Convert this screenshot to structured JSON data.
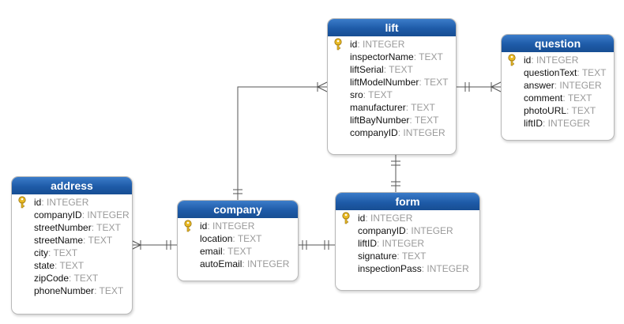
{
  "entities": {
    "lift": {
      "title": "lift",
      "fields": [
        {
          "name": "id",
          "type": "INTEGER",
          "pk": true
        },
        {
          "name": "inspectorName",
          "type": "TEXT"
        },
        {
          "name": "liftSerial",
          "type": "TEXT"
        },
        {
          "name": "liftModelNumber",
          "type": "TEXT"
        },
        {
          "name": "sro",
          "type": "TEXT"
        },
        {
          "name": "manufacturer",
          "type": "TEXT"
        },
        {
          "name": "liftBayNumber",
          "type": "TEXT"
        },
        {
          "name": "companyID",
          "type": "INTEGER"
        }
      ]
    },
    "question": {
      "title": "question",
      "fields": [
        {
          "name": "id",
          "type": "INTEGER",
          "pk": true
        },
        {
          "name": "questionText",
          "type": "TEXT"
        },
        {
          "name": "answer",
          "type": "INTEGER"
        },
        {
          "name": "comment",
          "type": "TEXT"
        },
        {
          "name": "photoURL",
          "type": "TEXT"
        },
        {
          "name": "liftID",
          "type": "INTEGER"
        }
      ]
    },
    "address": {
      "title": "address",
      "fields": [
        {
          "name": "id",
          "type": "INTEGER",
          "pk": true
        },
        {
          "name": "companyID",
          "type": "INTEGER"
        },
        {
          "name": "streetNumber",
          "type": "TEXT"
        },
        {
          "name": "streetName",
          "type": "TEXT"
        },
        {
          "name": "city",
          "type": "TEXT"
        },
        {
          "name": "state",
          "type": "TEXT"
        },
        {
          "name": "zipCode",
          "type": "TEXT"
        },
        {
          "name": "phoneNumber",
          "type": "TEXT"
        }
      ]
    },
    "company": {
      "title": "company",
      "fields": [
        {
          "name": "id",
          "type": "INTEGER",
          "pk": true
        },
        {
          "name": "location",
          "type": "TEXT"
        },
        {
          "name": "email",
          "type": "TEXT"
        },
        {
          "name": "autoEmail",
          "type": "INTEGER"
        }
      ]
    },
    "form": {
      "title": "form",
      "fields": [
        {
          "name": "id",
          "type": "INTEGER",
          "pk": true
        },
        {
          "name": "companyID",
          "type": "INTEGER"
        },
        {
          "name": "liftID",
          "type": "INTEGER"
        },
        {
          "name": "signature",
          "type": "TEXT"
        },
        {
          "name": "inspectionPass",
          "type": "INTEGER"
        }
      ]
    }
  },
  "colors": {
    "header": "#1e5ba8",
    "line": "#555555",
    "key": "#e8b923"
  }
}
